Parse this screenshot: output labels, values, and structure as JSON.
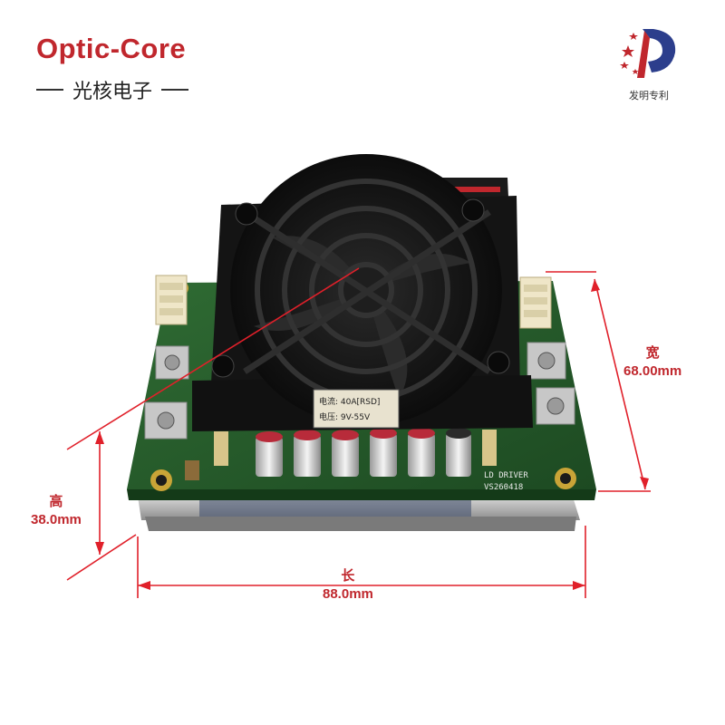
{
  "brand": {
    "name": "Optic-Core",
    "chinese_name": "光核电子",
    "color": "#c0272d"
  },
  "patent_badge": {
    "label": "发明专利"
  },
  "product": {
    "fan_label_current": "电流: 40A[RSD]",
    "fan_label_voltage": "电压: 9V-55V",
    "board_text": "LD DRIVER",
    "board_code": "VS260418"
  },
  "dimensions": {
    "width_label": "宽",
    "width_value": "68.00mm",
    "height_label": "高",
    "height_value": "38.0mm",
    "length_label": "长",
    "length_value": "88.0mm",
    "line_color": "#e0202a"
  }
}
